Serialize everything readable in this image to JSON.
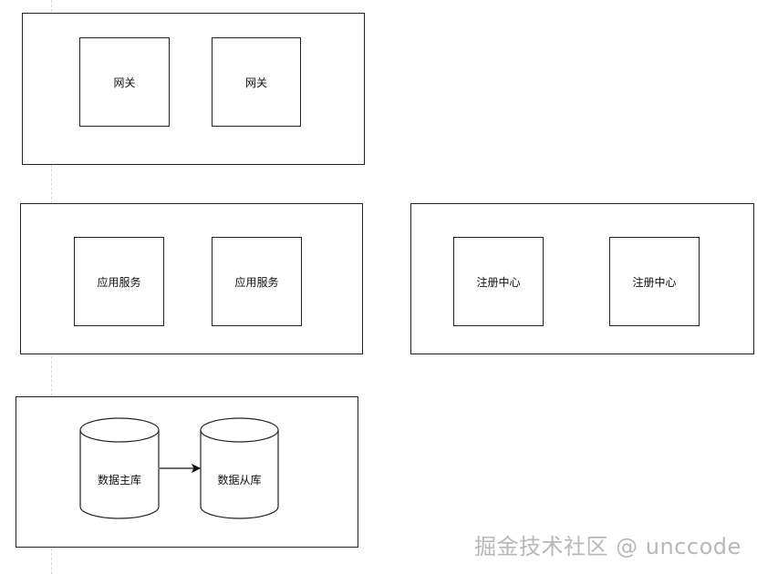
{
  "diagram": {
    "groups": {
      "gateway": {
        "nodes": [
          "网关",
          "网关"
        ]
      },
      "app": {
        "nodes": [
          "应用服务",
          "应用服务"
        ]
      },
      "registry": {
        "nodes": [
          "注册中心",
          "注册中心"
        ]
      },
      "database": {
        "primary": "数据主库",
        "replica": "数据从库"
      }
    }
  },
  "watermark": "掘金技术社区 @ unccode",
  "colors": {
    "stroke": "#222222",
    "background": "#ffffff",
    "watermark": "#b8b8b8"
  }
}
